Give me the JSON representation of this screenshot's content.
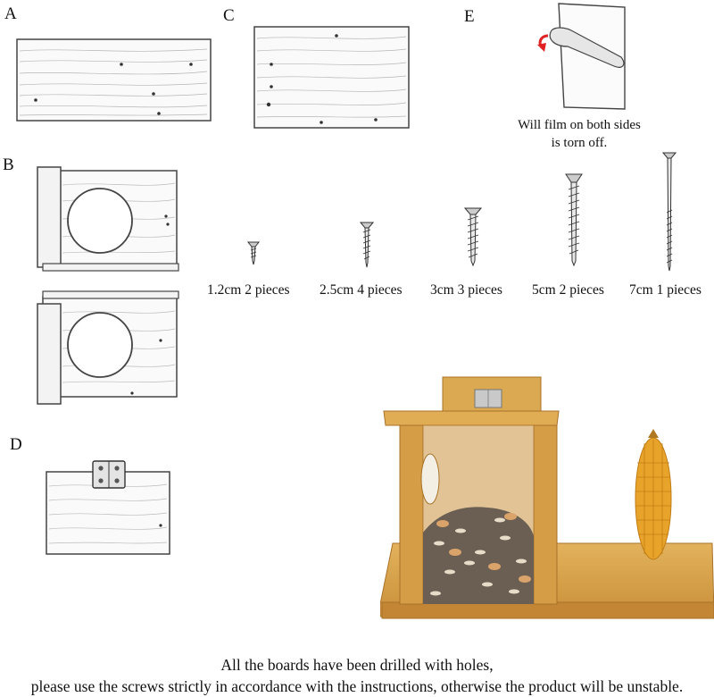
{
  "labels": {
    "a": "A",
    "b": "B",
    "c": "C",
    "d": "D",
    "e": "E"
  },
  "film_caption": {
    "line1": "Will film on both sides",
    "line2": "is torn off."
  },
  "screws": [
    {
      "size": "1.2cm",
      "qty": "2 pieces"
    },
    {
      "size": "2.5cm",
      "qty": "4 pieces"
    },
    {
      "size": "3cm",
      "qty": "3 pieces"
    },
    {
      "size": "5cm",
      "qty": "2 pieces"
    },
    {
      "size": "7cm",
      "qty": "1 pieces"
    }
  ],
  "footer": {
    "line1": "All the boards have been drilled with holes,",
    "line2": "please use the screws strictly in accordance with the instructions, otherwise the product will be unstable."
  },
  "colors": {
    "wood": "#d9a54a",
    "wood_dark": "#a8722a",
    "corn": "#e8a32a",
    "sketch": "#444444"
  }
}
